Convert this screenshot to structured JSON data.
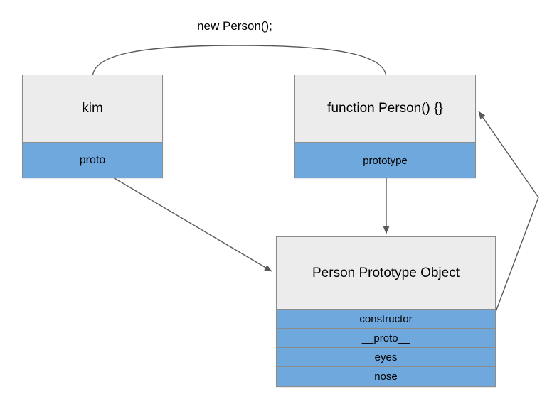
{
  "diagram": {
    "caption": "new Person();",
    "colors": {
      "background": "#ffffff",
      "node_header_fill": "#ececec",
      "node_row_fill": "#6fa8dc",
      "node_border": "#8c8c8c",
      "edge_stroke": "#595959",
      "text": "#000000"
    },
    "nodes": [
      {
        "id": "kim",
        "title": "kim",
        "rows": [
          "__proto__"
        ]
      },
      {
        "id": "person-function",
        "title": "function Person() {}",
        "rows": [
          "prototype"
        ]
      },
      {
        "id": "person-prototype",
        "title": "Person Prototype Object",
        "rows": [
          "constructor",
          "__proto__",
          "eyes",
          "nose"
        ]
      }
    ],
    "edges": [
      {
        "id": "new-person-arc",
        "label": "new Person();",
        "from": "person-function",
        "to": "kim",
        "style": "curved",
        "arrowhead": "none"
      },
      {
        "id": "kim-proto-to-prototype-object",
        "from": "kim.__proto__",
        "to": "person-prototype",
        "style": "straight",
        "arrowhead": "triangle"
      },
      {
        "id": "prototype-to-prototype-object",
        "from": "person-function.prototype",
        "to": "person-prototype",
        "style": "straight",
        "arrowhead": "triangle"
      },
      {
        "id": "constructor-to-person-function",
        "from": "person-prototype.constructor",
        "to": "person-function",
        "style": "polyline",
        "arrowhead": "triangle"
      }
    ]
  }
}
